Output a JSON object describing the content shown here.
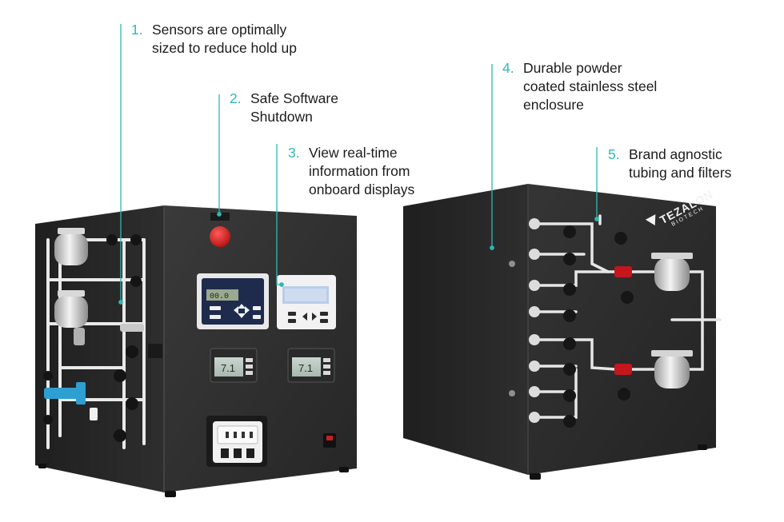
{
  "callouts": [
    {
      "number": "1.",
      "lines": [
        "Sensors are optimally",
        "sized to reduce hold up"
      ]
    },
    {
      "number": "2.",
      "lines": [
        "Safe Software",
        "Shutdown"
      ]
    },
    {
      "number": "3.",
      "lines": [
        "View real-time",
        "information from",
        "onboard displays"
      ]
    },
    {
      "number": "4.",
      "lines": [
        "Durable powder",
        "coated stainless steel",
        "enclosure"
      ]
    },
    {
      "number": "5.",
      "lines": [
        "Brand agnostic",
        "tubing and filters"
      ]
    }
  ],
  "brand": {
    "name": "TEZALON",
    "sub": "BIOTECH"
  },
  "display_readouts": [
    "7.1",
    "7.1"
  ],
  "controller_readouts": [
    "00.0",
    ""
  ],
  "colors": {
    "accent": "#2fb8b5",
    "cabinet": "#2b2b2b",
    "text": "#1c1c1c",
    "stop_button": "#d41f1f"
  }
}
